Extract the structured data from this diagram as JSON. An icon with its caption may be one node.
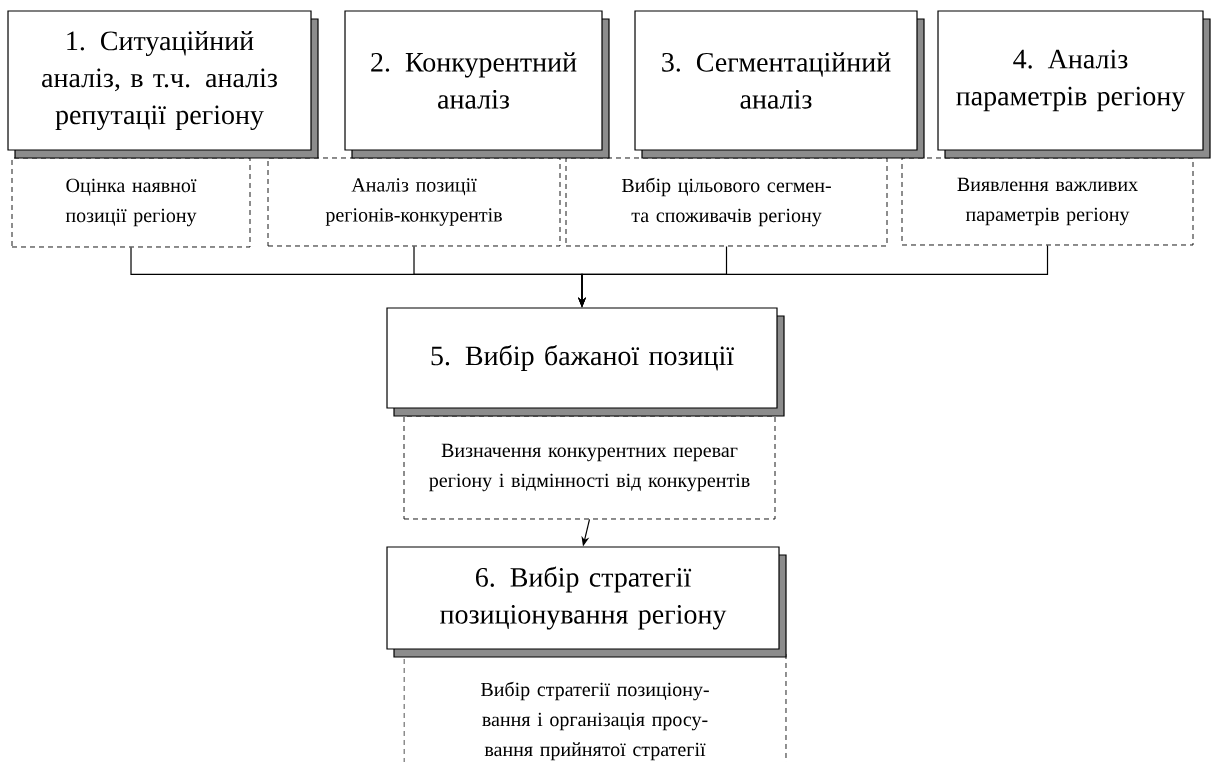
{
  "diagram": {
    "nodes": [
      {
        "text": [
          "1. Ситуаційний аналіз, в т.ч. аналіз репутації регіону"
        ]
      },
      {
        "text": [
          "2. Конкурентний аналіз"
        ]
      },
      {
        "text": [
          "3. Сегментаційний аналіз"
        ]
      },
      {
        "text": [
          "4. Аналіз параметрів регіону"
        ]
      },
      {
        "text": [
          "Оцінка наявної позиції регіону"
        ]
      },
      {
        "text": [
          "Аналіз позиції регіонів-конкурентів"
        ]
      },
      {
        "text": [
          "Вибір цільового сегмен- та споживачів регіону"
        ]
      },
      {
        "text": [
          "Виявлення важливих параметрів регіону"
        ]
      },
      {
        "text": [
          "5. Вибір бажаної позиції"
        ]
      },
      {
        "text": [
          "Визначення конкурентних переваг регіону і відмінності від конкурентів"
        ]
      },
      {
        "text": [
          "6. Вибір стратегії позиціонування регіону"
        ]
      },
      {
        "text": [
          "Вибір стратегії позиціону- вання і організація просу- вання прийнятої стратегії"
        ]
      }
    ],
    "edges": [
      {
        "from": 4,
        "to": 8,
        "arrow": "to"
      },
      {
        "from": 5,
        "to": 8,
        "arrow": "to"
      },
      {
        "from": 6,
        "to": 8,
        "arrow": "to"
      },
      {
        "from": 7,
        "to": 8,
        "arrow": "to"
      },
      {
        "from": 9,
        "to": 10,
        "arrow": "to"
      }
    ]
  }
}
